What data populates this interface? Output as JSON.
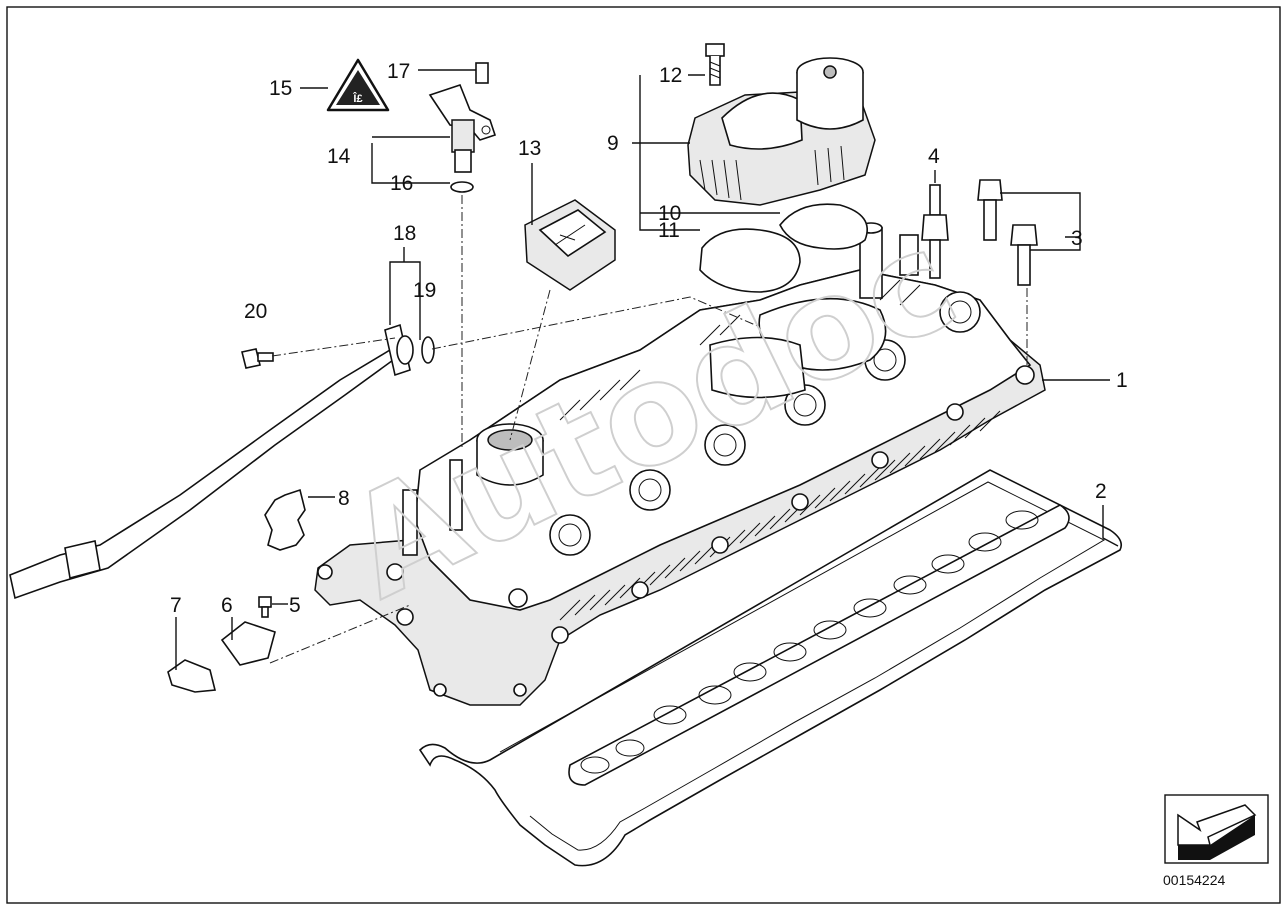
{
  "diagram": {
    "watermark": "Autodoc",
    "document_id": "00154224",
    "callouts": [
      "1",
      "2",
      "3",
      "4",
      "5",
      "6",
      "7",
      "8",
      "9",
      "10",
      "11",
      "12",
      "13",
      "14",
      "15",
      "16",
      "17",
      "18",
      "19",
      "20"
    ]
  },
  "icons": {
    "warning_triangle": "warning-triangle-icon",
    "direction_arrow": "direction-arrow-icon"
  }
}
